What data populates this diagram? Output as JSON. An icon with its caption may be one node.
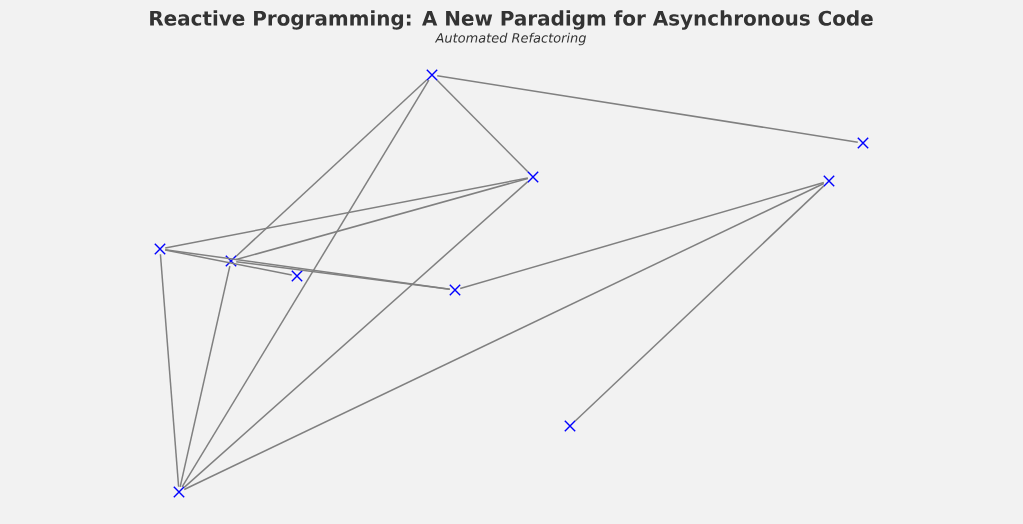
{
  "diagram": {
    "title": "Reactive Programming: A New Paradigm for Asynchronous Code",
    "caption": "Automated Refactoring",
    "nodes": [
      {
        "text": [],
        "shape": "cross"
      },
      {
        "text": [],
        "shape": "cross"
      },
      {
        "text": [],
        "shape": "cross"
      },
      {
        "text": [],
        "shape": "cross"
      },
      {
        "text": [],
        "shape": "cross"
      },
      {
        "text": [],
        "shape": "cross"
      },
      {
        "text": [],
        "shape": "cross"
      },
      {
        "text": [],
        "shape": "cross"
      },
      {
        "text": [],
        "shape": "cross"
      },
      {
        "text": [],
        "shape": "cross"
      }
    ],
    "edges": [
      {
        "from": 4,
        "to": 9,
        "arrow": "none"
      },
      {
        "from": 4,
        "to": 6,
        "arrow": "none"
      },
      {
        "from": 4,
        "to": 2,
        "arrow": "none"
      },
      {
        "from": 4,
        "to": 1,
        "arrow": "none"
      },
      {
        "from": 6,
        "to": 0,
        "arrow": "none"
      },
      {
        "from": 6,
        "to": 2,
        "arrow": "none"
      },
      {
        "from": 6,
        "to": 1,
        "arrow": "none"
      },
      {
        "from": 0,
        "to": 3,
        "arrow": "none"
      },
      {
        "from": 0,
        "to": 5,
        "arrow": "none"
      },
      {
        "from": 2,
        "to": 5,
        "arrow": "none"
      },
      {
        "from": 0,
        "to": 1,
        "arrow": "none"
      },
      {
        "from": 2,
        "to": 1,
        "arrow": "none"
      },
      {
        "from": 8,
        "to": 5,
        "arrow": "none"
      },
      {
        "from": 8,
        "to": 1,
        "arrow": "none"
      },
      {
        "from": 8,
        "to": 7,
        "arrow": "none"
      }
    ]
  }
}
